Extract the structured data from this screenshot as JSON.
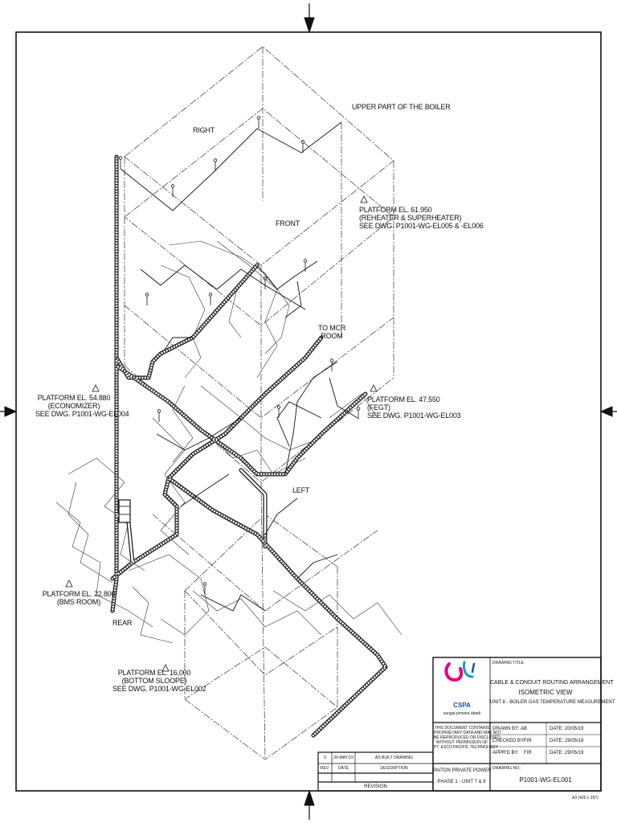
{
  "labels": {
    "upper_part": "UPPER PART OF THE BOILER",
    "right": "RIGHT",
    "front": "FRONT",
    "left": "LEFT",
    "rear": "REAR",
    "to_mcr_1": "TO MCR",
    "to_mcr_2": "ROOM",
    "pf_61950": [
      "PLATFORM EL. 61.950",
      "(REHEATER & SUPERHEATER)",
      "SEE DWG. P1001-WG-EL005 & -EL006"
    ],
    "pf_54880": [
      "PLATFORM  EL. 54.880",
      "(ECONOMIZER)",
      "SEE DWG. P1001-WG-EL004"
    ],
    "pf_47550": [
      "PLATFORM EL. 47.550",
      "(FEGT)",
      "SEE DWG. P1001-WG-EL003"
    ],
    "pf_22800": [
      "PLATFORM  EL. 22.800",
      "(BMS ROOM)"
    ],
    "pf_16000": [
      "PLATFORM EL. 16,000",
      "(BOTTOM SLOOPE)",
      "SEE DWG. P1001-WG-EL002"
    ]
  },
  "title_block": {
    "drawing_title_label": "DRAWING TITLE:",
    "title_1": "CABLE & CONDUIT ROUTING ARRANGEMENT",
    "title_2": "ISOMETRIC VIEW",
    "title_3": "UNIT 8 - BOILER GAS TEMPERATURE MEASUREMENT",
    "logo_text": "CSPA",
    "logo_sub": "sungai perwira abadi",
    "drawn_by_label": "DRAWN BY:",
    "drawn_by": "AB",
    "drawn_date_label": "DATE:",
    "drawn_date": "20/05/19",
    "checked_by_label": "CHECKED BY:",
    "checked_by": "FIR",
    "checked_date_label": "DATE:",
    "checked_date": "29/05/19",
    "apprd_by_label": "APPR'D BY:",
    "apprd_by": "FIR",
    "apprd_date_label": "DATE:",
    "apprd_date": "29/05/19",
    "proprietary": [
      "THIS DOCUMENT CONTAINS",
      "PROPRIETARY DATA AND MAY NOT",
      "BE REPRODUCED OR DISCLOSED",
      "WITHOUT PERMISSION OF",
      "PT. ESCO PACIFIC TECHNOLOGY"
    ],
    "drawing_no_label": "DRAWING NO.:",
    "drawing_no": "P1001-WG-EL001",
    "project_1": "PAITON PRIVATE POWER",
    "project_2": "PHASE 1 - UNIT 7 & 8",
    "sheet_size": "A3 (420 x 297)"
  },
  "revision": {
    "rev_no": "0",
    "rev_date": "20-MAY-19",
    "rev_desc": "AS BUILT DRAWING",
    "col_rev": "REV.",
    "col_date": "DATE",
    "col_desc": "DESCRIPTION",
    "footer": "REVISION"
  },
  "colors": {
    "line": "#111111",
    "logo_pink": "#e6007e",
    "logo_blue": "#1d4f9c",
    "logo_cyan": "#00a0c6"
  }
}
